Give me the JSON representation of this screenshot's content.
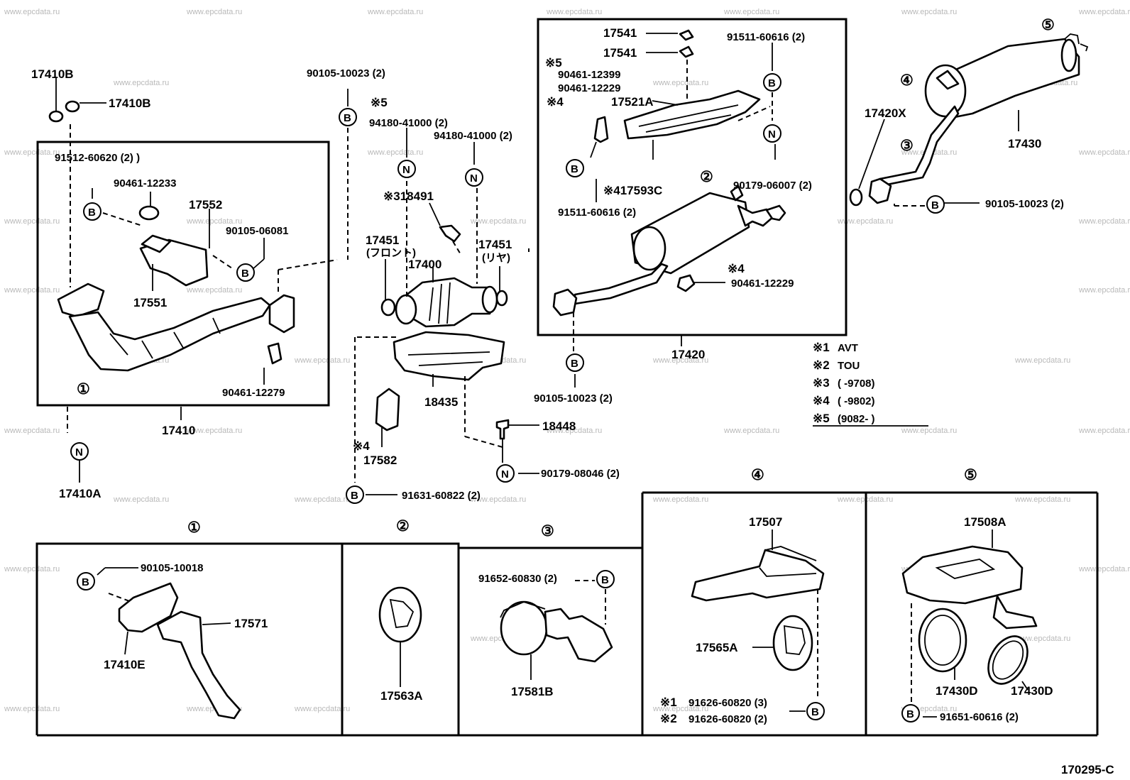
{
  "watermark": "www.epcdata.ru",
  "diagram_code": "170295-C",
  "top_parts": {
    "p17410B_a": "17410B",
    "p17410B_b": "17410B",
    "p91512": "91512-60620 (2) )",
    "p90461_12233": "90461-12233",
    "p17552": "17552",
    "p90105_06081": "90105-06081",
    "p17551": "17551",
    "p90461_12279": "90461-12279",
    "p17410": "17410",
    "p17410A": "17410A",
    "p90105_10023_top": "90105-10023 (2)",
    "x5_mark_a": "※5",
    "p94180_a": "94180-41000 (2)",
    "p94180_b": "94180-41000 (2)",
    "p18491": "※318491",
    "p17451_front": "17451",
    "p17451_front_jp": "(フロント)",
    "p17451_rear": "17451",
    "p17451_rear_jp": "(リヤ)",
    "p17400": "17400",
    "p18435": "18435",
    "p17582_mark": "※4",
    "p17582": "17582",
    "p18448": "18448",
    "p90179_08046": "90179-08046 (2)",
    "p91631": "91631-60822 (2)",
    "p17541_a": "17541",
    "p17541_b": "17541",
    "p91511_a": "91511-60616 (2)",
    "x5_mark_b": "※5",
    "p90461_12399": "90461-12399",
    "p90461_12229_a": "90461-12229",
    "x4_mark_a": "※4",
    "p17521A": "17521A",
    "p17593C": "※417593C",
    "p90179_06007": "90179-06007 (2)",
    "p91511_b": "91511-60616 (2)",
    "x4_mark_b": "※4",
    "p90461_12229_b": "90461-12229",
    "p17420": "17420",
    "p90105_10023_mid": "90105-10023 (2)",
    "p17420X": "17420X",
    "p17430": "17430",
    "p90105_10023_right": "90105-10023 (2)"
  },
  "circled": {
    "one": "①",
    "two": "②",
    "three": "③",
    "four": "④",
    "five": "⑤",
    "B": "B",
    "N": "N"
  },
  "notes": [
    {
      "mark": "※1",
      "text": "AVT"
    },
    {
      "mark": "※2",
      "text": "TOU"
    },
    {
      "mark": "※3",
      "text": "(         -9708)"
    },
    {
      "mark": "※4",
      "text": "(         -9802)"
    },
    {
      "mark": "※5",
      "text": "(9082-          )"
    }
  ],
  "detail_parts": {
    "d1_90105_10018": "90105-10018",
    "d1_17571": "17571",
    "d1_17410E": "17410E",
    "d2_17563A": "17563A",
    "d3_91652": "91652-60830 (2)",
    "d3_17581B": "17581B",
    "d4_17507": "17507",
    "d4_17565A": "17565A",
    "d4_x1": "※1",
    "d4_91626_a": "91626-60820 (3)",
    "d4_x2": "※2",
    "d4_91626_b": "91626-60820 (2)",
    "d5_17508A": "17508A",
    "d5_17430D_a": "17430D",
    "d5_17430D_b": "17430D",
    "d5_91651": "91651-60616 (2)"
  }
}
